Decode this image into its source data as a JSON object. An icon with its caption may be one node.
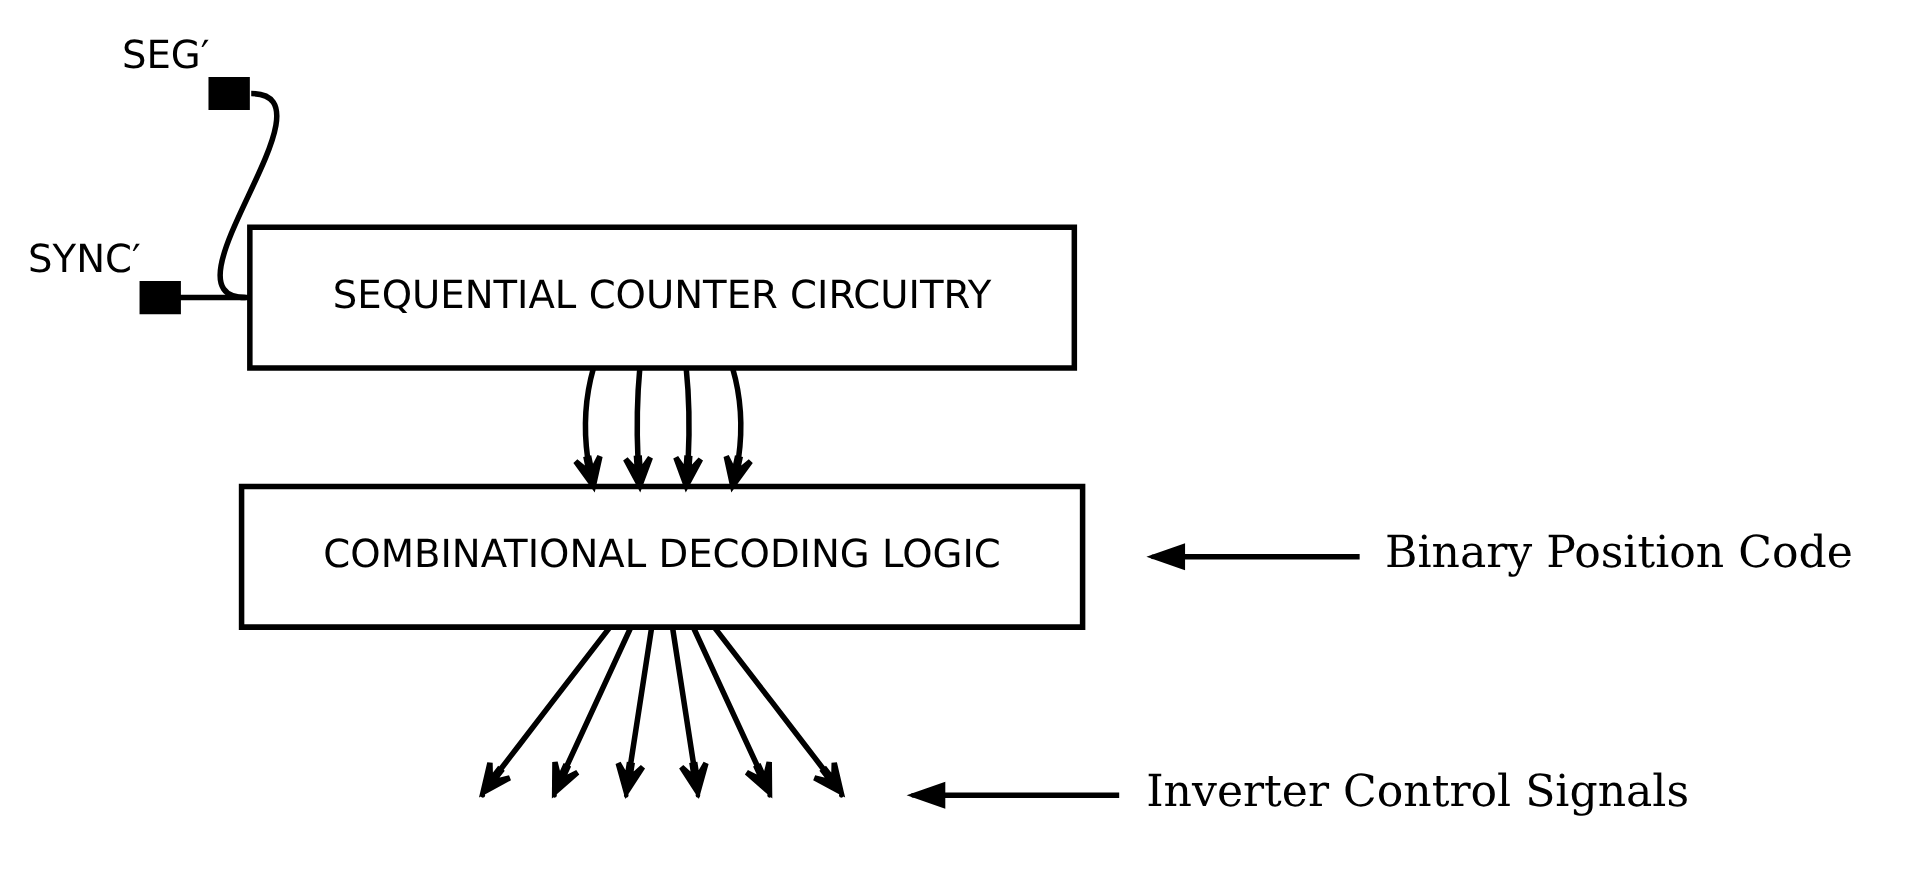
{
  "diagram": {
    "nodes": [
      {
        "text": [],
        "shape": "box",
        "beside": [
          "SEG′"
        ]
      },
      {
        "text": [],
        "shape": "box",
        "beside": [
          "SYNC′"
        ]
      },
      {
        "text": [
          "SEQUENTIAL COUNTER CIRCUITRY"
        ]
      },
      {
        "text": [
          "COMBINATIONAL DECODING LOGIC"
        ]
      },
      {
        "text": [
          "Binary Position Code"
        ]
      },
      {
        "text": [
          "Inverter Control Signals"
        ]
      }
    ],
    "edges": [
      {
        "from": 0,
        "to": 2,
        "arrow": "none"
      },
      {
        "from": 1,
        "to": 2,
        "arrow": "none"
      },
      {
        "from": 2,
        "to": 3,
        "arrow": "to"
      },
      {
        "from": 2,
        "to": 3,
        "arrow": "to"
      },
      {
        "from": 2,
        "to": 3,
        "arrow": "to"
      },
      {
        "from": 2,
        "to": 3,
        "arrow": "to"
      },
      {
        "from": 3,
        "to": null,
        "arrow": "to"
      },
      {
        "from": 3,
        "to": null,
        "arrow": "to"
      },
      {
        "from": 3,
        "to": null,
        "arrow": "to"
      },
      {
        "from": 3,
        "to": null,
        "arrow": "to"
      },
      {
        "from": 3,
        "to": null,
        "arrow": "to"
      },
      {
        "from": 3,
        "to": null,
        "arrow": "to"
      },
      {
        "from": 4,
        "to": null,
        "arrow": "to"
      },
      {
        "from": 5,
        "to": null,
        "arrow": "to"
      }
    ]
  }
}
